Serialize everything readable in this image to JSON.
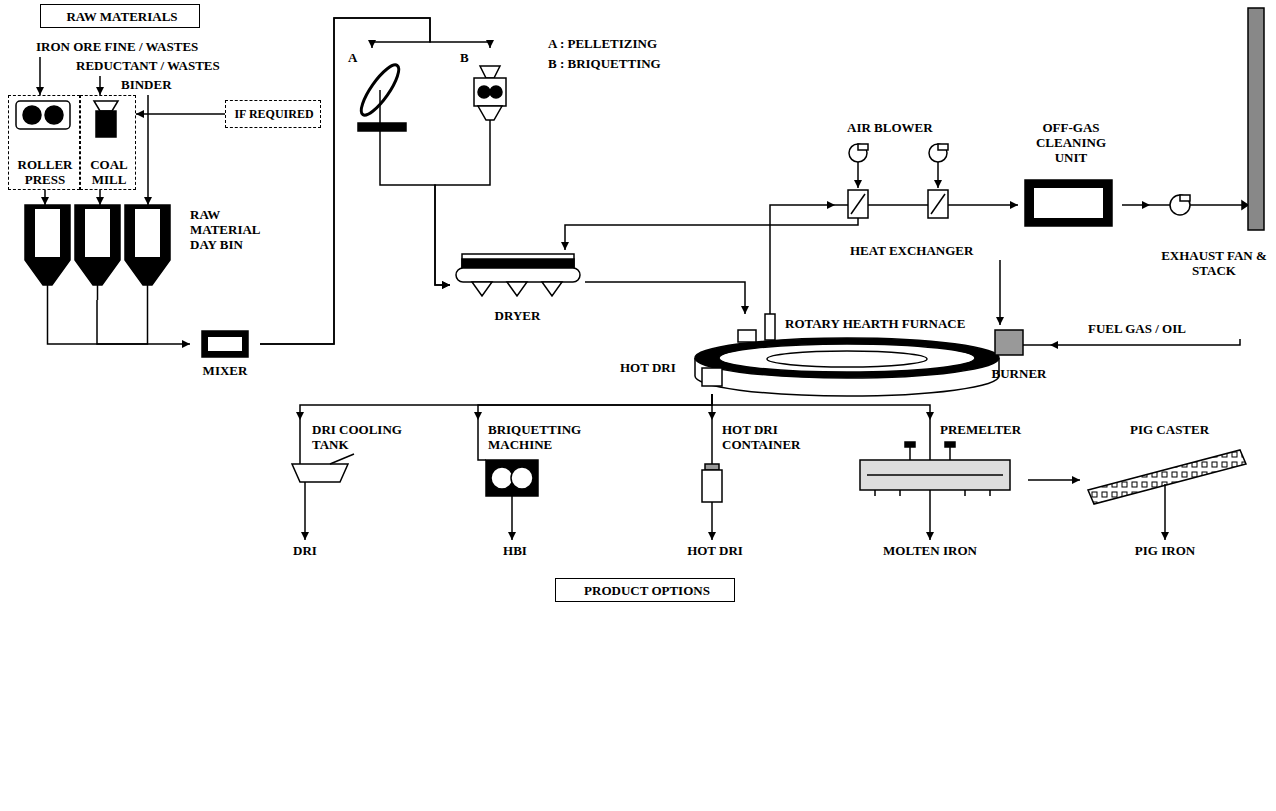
{
  "diagram": {
    "nodes": [
      {
        "text": [
          "RAW MATERIALS"
        ]
      },
      {
        "text": [
          "IRON ORE FINE / WASTES"
        ]
      },
      {
        "text": [
          "REDUCTANT / WASTES"
        ]
      },
      {
        "text": [
          "BINDER"
        ]
      },
      {
        "text": [
          "ROLLER PRESS"
        ]
      },
      {
        "text": [
          "COAL MILL"
        ]
      },
      {
        "text": [
          "IF REQUIRED"
        ]
      },
      {
        "text": [
          "RAW MATERIAL DAY BIN"
        ]
      },
      {
        "text": [
          "MIXER"
        ]
      },
      {
        "text": [
          "A"
        ]
      },
      {
        "text": [
          "B"
        ]
      },
      {
        "text": [
          "DRYER"
        ]
      },
      {
        "text": [
          "ROTARY HEARTH FURNACE"
        ]
      },
      {
        "text": [
          "BURNER"
        ]
      },
      {
        "text": [
          "FUEL GAS / OIL"
        ]
      },
      {
        "text": [
          "HEAT EXCHANGER"
        ]
      },
      {
        "text": [
          "AIR BLOWER"
        ]
      },
      {
        "text": [
          "OFF-GAS CLEANING UNIT"
        ]
      },
      {
        "text": [
          "EXHAUST FAN & STACK"
        ]
      },
      {
        "text": [
          "DRI COOLING TANK"
        ]
      },
      {
        "text": [
          "BRIQUETTING MACHINE"
        ]
      },
      {
        "text": [
          "HOT DRI CONTAINER"
        ]
      },
      {
        "text": [
          "PREMELTER"
        ]
      },
      {
        "text": [
          "PIG CASTER"
        ]
      },
      {
        "text": [
          "DRI"
        ]
      },
      {
        "text": [
          "HBI"
        ]
      },
      {
        "text": [
          "HOT DRI"
        ]
      },
      {
        "text": [
          "MOLTEN IRON"
        ]
      },
      {
        "text": [
          "PIG IRON"
        ]
      },
      {
        "text": [
          "PRODUCT OPTIONS"
        ]
      }
    ],
    "edges": [
      {
        "from": 1,
        "to": 4,
        "arrow": "to"
      },
      {
        "from": 2,
        "to": 5,
        "arrow": "to"
      },
      {
        "from": 3,
        "to": 7,
        "arrow": "to"
      },
      {
        "from": 6,
        "to": 5,
        "arrow": "to"
      },
      {
        "from": 4,
        "to": 7,
        "arrow": "to"
      },
      {
        "from": 5,
        "to": 7,
        "arrow": "to"
      },
      {
        "from": 7,
        "to": 8,
        "arrow": "to"
      },
      {
        "from": 8,
        "to": 9,
        "arrow": "to"
      },
      {
        "from": 8,
        "to": 10,
        "arrow": "to"
      },
      {
        "from": 9,
        "to": 11,
        "arrow": "to"
      },
      {
        "from": 10,
        "to": 11,
        "arrow": "to"
      },
      {
        "from": 11,
        "to": 12,
        "arrow": "to"
      },
      {
        "from": 12,
        "to": 15,
        "arrow": "to"
      },
      {
        "from": 16,
        "to": 15,
        "arrow": "to"
      },
      {
        "from": 16,
        "to": 15,
        "arrow": "to"
      },
      {
        "from": 15,
        "to": 11,
        "arrow": "to"
      },
      {
        "from": 15,
        "to": 13,
        "arrow": "to"
      },
      {
        "from": 14,
        "to": 13,
        "arrow": "to"
      },
      {
        "from": 15,
        "to": 17,
        "arrow": "to"
      },
      {
        "from": 17,
        "to": 18,
        "arrow": "to"
      },
      {
        "from": 12,
        "to": 19,
        "arrow": "to"
      },
      {
        "from": 12,
        "to": 20,
        "arrow": "to"
      },
      {
        "from": 12,
        "to": 21,
        "arrow": "to"
      },
      {
        "from": 12,
        "to": 22,
        "arrow": "to"
      },
      {
        "from": 19,
        "to": 24,
        "arrow": "to"
      },
      {
        "from": 20,
        "to": 25,
        "arrow": "to"
      },
      {
        "from": 21,
        "to": 26,
        "arrow": "to"
      },
      {
        "from": 22,
        "to": 27,
        "arrow": "to"
      },
      {
        "from": 22,
        "to": 23,
        "arrow": "to"
      },
      {
        "from": 23,
        "to": 28,
        "arrow": "to"
      }
    ],
    "labels": [
      "A : PELLETIZING",
      "B : BRIQUETTING",
      "HOT DRI"
    ]
  }
}
